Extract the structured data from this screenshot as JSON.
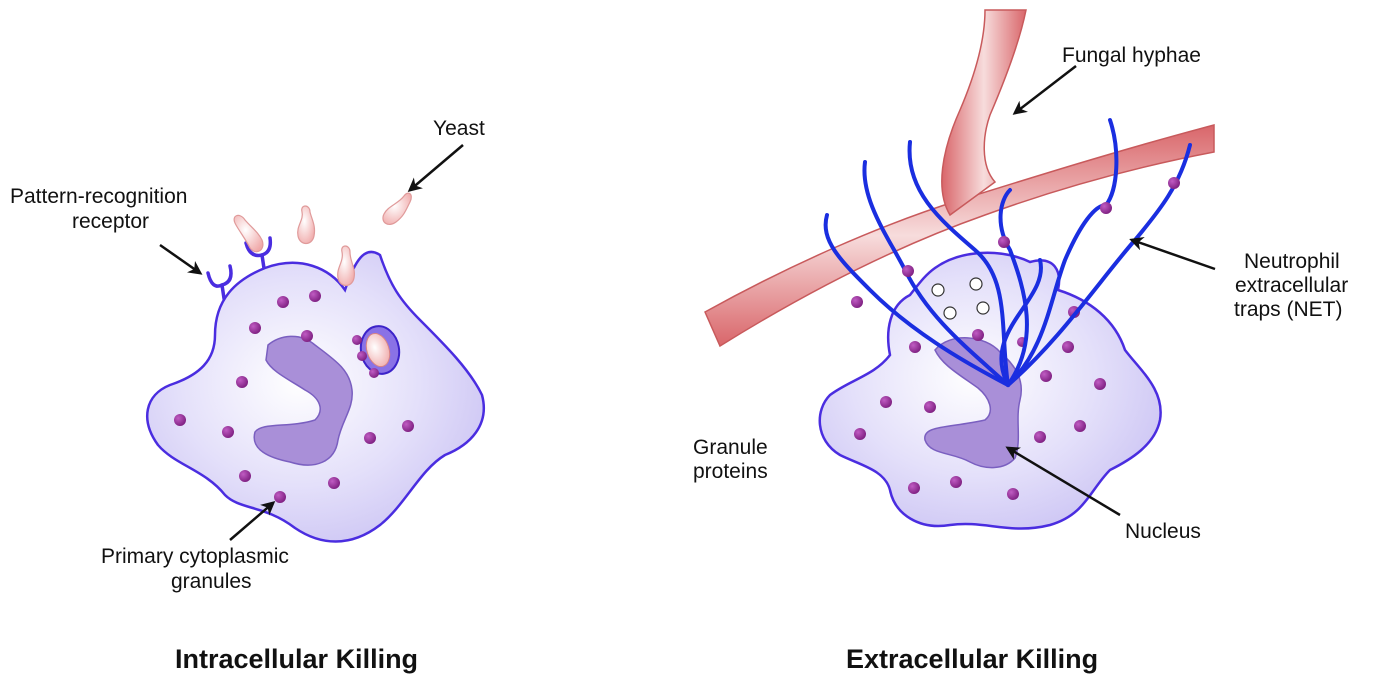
{
  "left_panel": {
    "title": "Intracellular Killing",
    "labels": {
      "yeast": "Yeast",
      "prr_line1": "Pattern-recognition",
      "prr_line2": "receptor",
      "granules_line1": "Primary cytoplasmic",
      "granules_line2": "granules"
    }
  },
  "right_panel": {
    "title": "Extracellular Killing",
    "labels": {
      "hyphae": "Fungal hyphae",
      "net_line1": "Neutrophil",
      "net_line2": "extracellular",
      "net_line3": "traps (NET)",
      "granule_proteins_line1": "Granule",
      "granule_proteins_line2": "proteins",
      "nucleus": "Nucleus"
    }
  },
  "colors": {
    "cell_fill": "#d9d4f7",
    "cell_stroke": "#4a2de0",
    "nucleus_fill": "#a98fd8",
    "granule": "#8e2a90",
    "net_strand": "#1a2ee0",
    "hyphae": "#d9686a",
    "yeast": "#f4b8b8"
  }
}
